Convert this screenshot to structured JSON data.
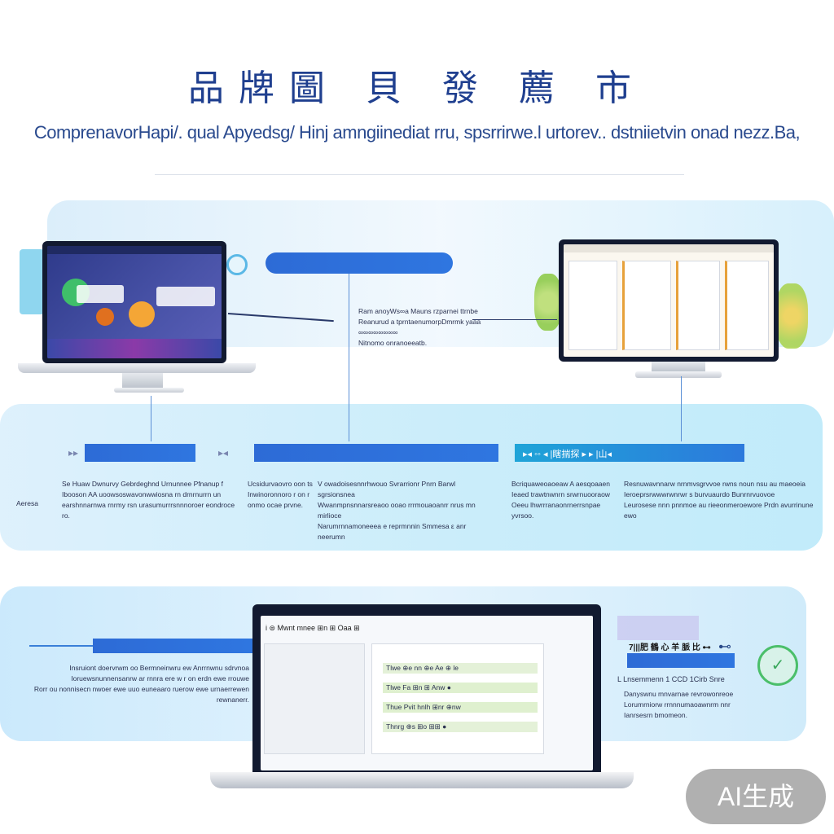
{
  "header": {
    "title": "品牌圖 貝 發 薦 市",
    "subtitle": "ComprenavorHapi/. qual Apyedsg/ Hinj amngiinediat rru, spsrrirwe.l urtorev.. dstniietvin onad nezz.Ba,"
  },
  "top_section": {
    "bar_label": "",
    "description": [
      "Ram anoyWs∞a Mauns rzparnei ttrnbe",
      "Reanurud a tprntaenumorpDmrmk yaaa ∞∞∞∞∞∞∞∞",
      "Nitnomo onranoeeatb."
    ]
  },
  "mid_section": {
    "bar_labels": [
      "",
      "",
      "▸◂ ◦◦ ◂ |瞎揣探 ▸  ▸ |山◂"
    ],
    "col1": [
      "Se Huaw Dwnurvy Gebrdeghnd Urnunnee Pfnanup f",
      "Ibooson AA uoowsoswavonwwiosna rn drnrnurrn un",
      "earshnnarnwa rnrmy rsn urasumurrrsnnnoroer eondroce ro."
    ],
    "col1_side": "Aeresa",
    "col2": [
      "Ucsidurvaovro oon ts",
      "Inwinoronnoro r on r",
      "onmo ocae prvne."
    ],
    "col3": [
      "V owadoisesnnrhwouo Svrarrionr Pnrn Barwl sgrsionsnea",
      "Wwanmpnsnnarsreaoo ooao rrrmouaoanrr nrus mn mirlioce",
      "Narumrnnamoneeea e reprmnnin Smmesa ε anr neerumn"
    ],
    "col4": [
      "Bcriquaweoaoeaw A aesqoaaen",
      "Ieaed trawtnwnrn srwrnuooraow",
      "Oeeu lhwrrranaonrnerrsnpae yvrsoo."
    ],
    "col5": [
      "Resnuwavnnarw nrnmvsgrvvoe rwns noun nsu au maeoeia",
      "Ieroeprsrwwwrwnrwr s burvuaurdo Bunrnrvuovoe",
      "Leurosese nnn pnnmoe au rieeonmeroewore Prdn avurrinune ewo"
    ]
  },
  "bottom_section": {
    "left_description": [
      "Insruiont doervrwm oo Bermneinwru ew Anrrnwnu sdrvnoa",
      "Ioruewsnunnensanrw ar rnnra ere w r on erdn ewe rrouwe",
      "Rorr ou nonnisecn nwoer ewe uuo euneaaro ruerow ewe urnaerrewen rewnanerr."
    ],
    "laptop_header": "i ⊜ Mwnt mnee ⊞n ⊞ Oaa ⊞",
    "laptop_rows": [
      "Tlwe ⊕e  nn  ⊕e  Ae ⊕ le",
      "Tlwe Fa  ⊞n ⊞  Anw  ●",
      "Thue Pvit  hnlh  ⊞nr  ⊕nw",
      "Thnrg ⊕s  ⊞o  ⊞⊞  ●"
    ],
    "right_label": "7|||肥 鶴 心 羊 脈 比 ⊷",
    "right_caption": "L  Lnsemmenn 1 CCD 1Cirb   Snre",
    "right_description": [
      "Danyswnu mnvarnae revrowonreoe",
      "Lorumrniorw rrnnnumaoawnrm nnr",
      "Ianrsesrn bmomeon."
    ]
  },
  "watermark": "AI生成",
  "colors": {
    "accent_blue": "#2d6bd6",
    "title_blue": "#1f3f8f",
    "band_light": "#d6edf9",
    "monitor_dark": "#121a30"
  }
}
